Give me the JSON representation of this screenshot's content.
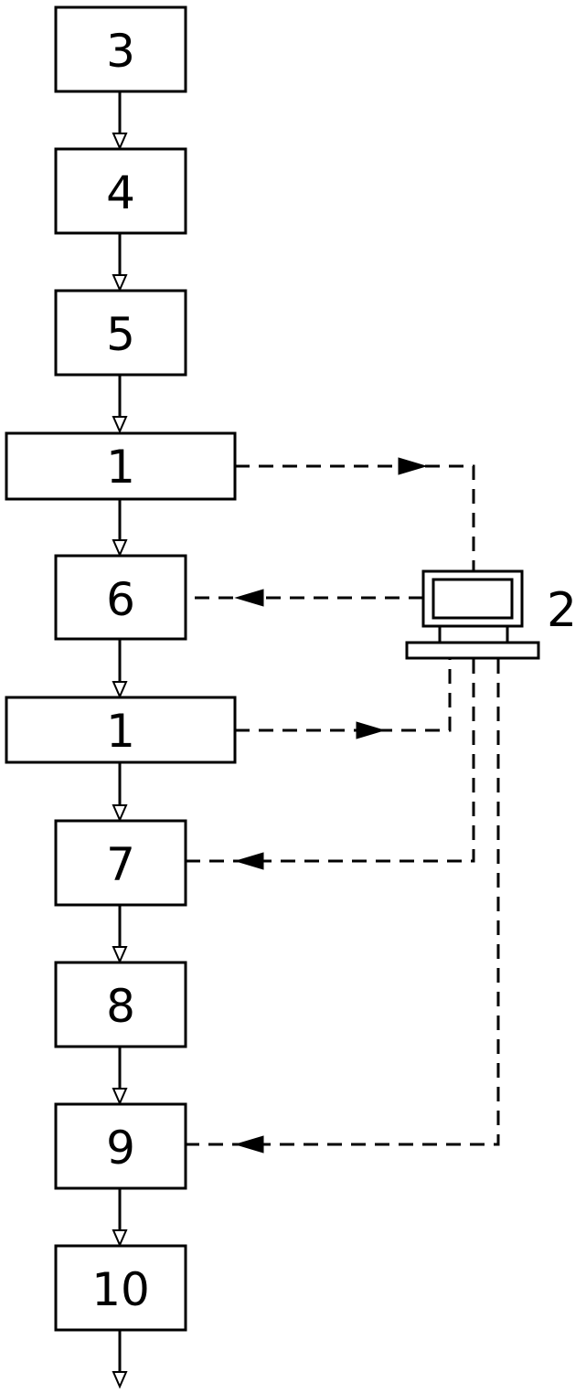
{
  "blocks": {
    "b3": "3",
    "b4": "4",
    "b5": "5",
    "b1a": "1",
    "b6": "6",
    "b1b": "1",
    "b7": "7",
    "b8": "8",
    "b9": "9",
    "b10": "10"
  },
  "device_label": "2"
}
